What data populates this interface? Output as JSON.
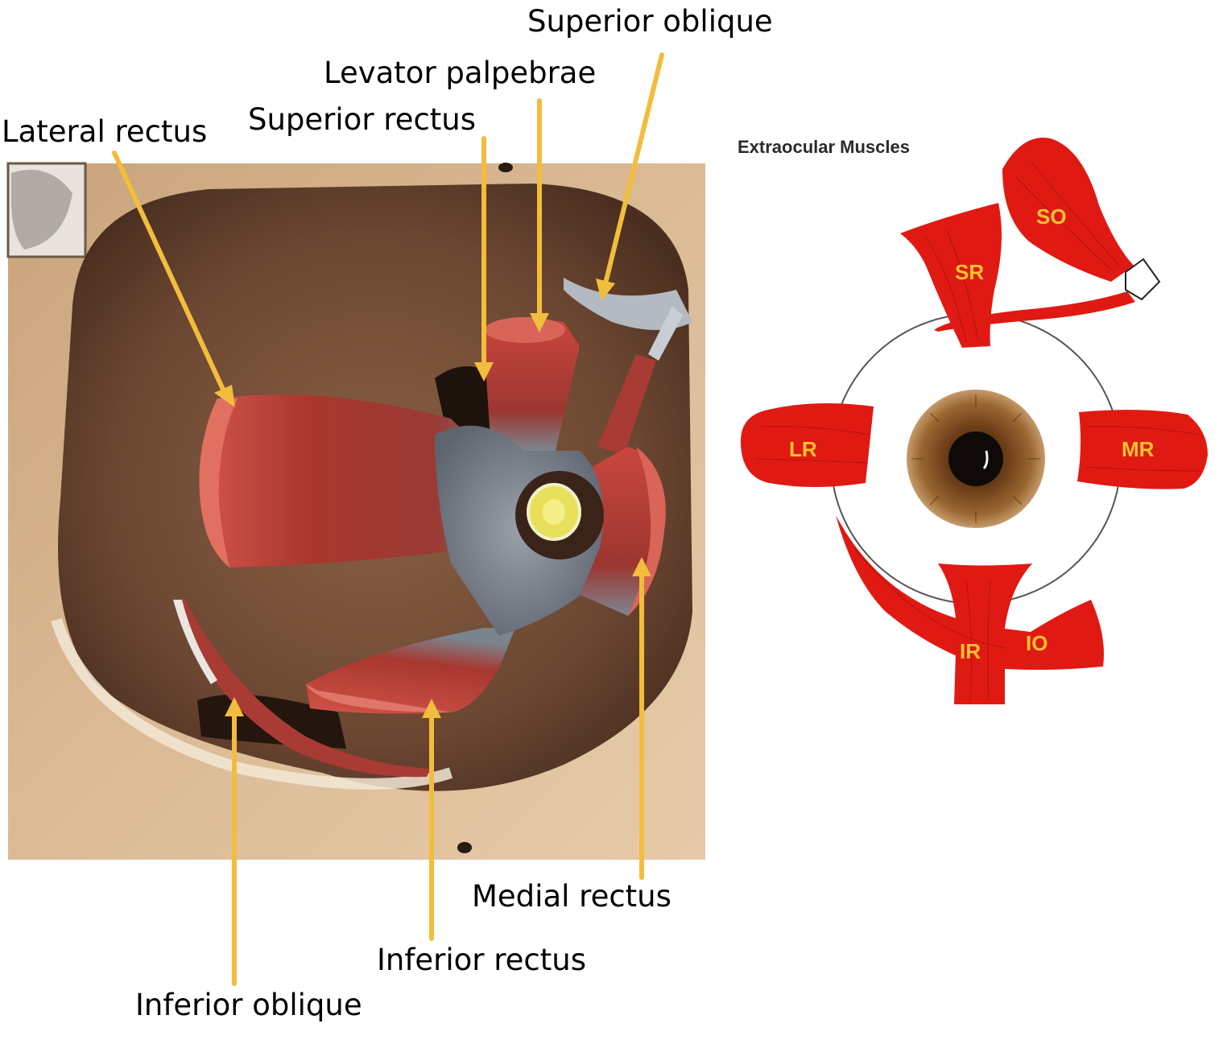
{
  "labels": {
    "superior_oblique": "Superior oblique",
    "levator_palpebrae": "Levator palpebrae",
    "superior_rectus": "Superior rectus",
    "lateral_rectus": "Lateral rectus",
    "medial_rectus": "Medial rectus",
    "inferior_rectus": "Inferior rectus",
    "inferior_oblique": "Inferior oblique"
  },
  "schematic": {
    "title": "Extraocular Muscles",
    "abbreviations": {
      "so": "SO",
      "sr": "SR",
      "lr": "LR",
      "mr": "MR",
      "ir": "IR",
      "io": "IO"
    }
  },
  "colors": {
    "arrow": "#f2bd3c",
    "muscle": "#e01a12",
    "abbreviation_text": "#f5c230",
    "orbit_bone": "#d7b48e",
    "orbit_cavity": "#6e4a33"
  }
}
